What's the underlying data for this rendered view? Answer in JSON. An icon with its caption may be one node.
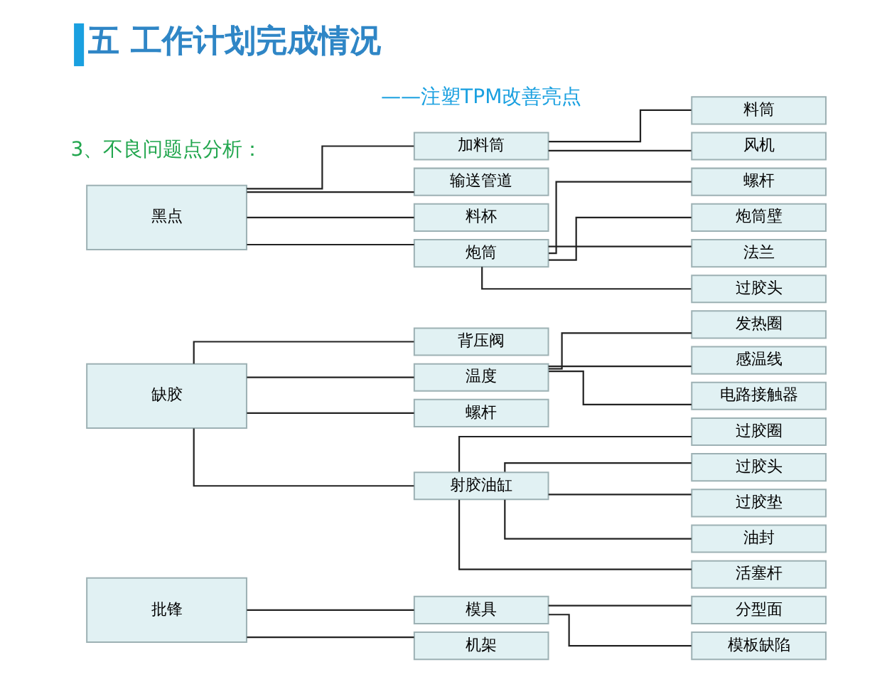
{
  "diagram": {
    "title": "五 工作计划完成情况",
    "nodes": [
      {
        "text": [
          "黑点"
        ]
      },
      {
        "text": [
          "加料筒"
        ]
      },
      {
        "text": [
          "输送管道"
        ]
      },
      {
        "text": [
          "料杯"
        ]
      },
      {
        "text": [
          "炮筒"
        ]
      },
      {
        "text": [
          "料筒"
        ]
      },
      {
        "text": [
          "风机"
        ]
      },
      {
        "text": [
          "螺杆"
        ]
      },
      {
        "text": [
          "炮筒壁"
        ]
      },
      {
        "text": [
          "法兰"
        ]
      },
      {
        "text": [
          "过胶头"
        ]
      },
      {
        "text": [
          "缺胶"
        ]
      },
      {
        "text": [
          "背压阀"
        ]
      },
      {
        "text": [
          "温度"
        ]
      },
      {
        "text": [
          "螺杆"
        ]
      },
      {
        "text": [
          "射胶油缸"
        ]
      },
      {
        "text": [
          "发热圈"
        ]
      },
      {
        "text": [
          "感温线"
        ]
      },
      {
        "text": [
          "电路接触器"
        ]
      },
      {
        "text": [
          "过胶圈"
        ]
      },
      {
        "text": [
          "过胶头"
        ]
      },
      {
        "text": [
          "过胶垫"
        ]
      },
      {
        "text": [
          "油封"
        ]
      },
      {
        "text": [
          "活塞杆"
        ]
      },
      {
        "text": [
          "批锋"
        ]
      },
      {
        "text": [
          "模具"
        ]
      },
      {
        "text": [
          "机架"
        ]
      },
      {
        "text": [
          "分型面"
        ]
      },
      {
        "text": [
          "模板缺陷"
        ]
      }
    ],
    "edges": [
      {
        "from": 0,
        "to": 1,
        "arrow": "none"
      },
      {
        "from": 0,
        "to": 2,
        "arrow": "none"
      },
      {
        "from": 0,
        "to": 3,
        "arrow": "none"
      },
      {
        "from": 0,
        "to": 4,
        "arrow": "none"
      },
      {
        "from": 1,
        "to": 5,
        "arrow": "none"
      },
      {
        "from": 1,
        "to": 6,
        "arrow": "none"
      },
      {
        "from": 4,
        "to": 7,
        "arrow": "none"
      },
      {
        "from": 4,
        "to": 8,
        "arrow": "none"
      },
      {
        "from": 4,
        "to": 9,
        "arrow": "none"
      },
      {
        "from": 4,
        "to": 10,
        "arrow": "none"
      },
      {
        "from": 11,
        "to": 12,
        "arrow": "none"
      },
      {
        "from": 11,
        "to": 13,
        "arrow": "none"
      },
      {
        "from": 11,
        "to": 14,
        "arrow": "none"
      },
      {
        "from": 11,
        "to": 15,
        "arrow": "none"
      },
      {
        "from": 13,
        "to": 16,
        "arrow": "none"
      },
      {
        "from": 13,
        "to": 17,
        "arrow": "none"
      },
      {
        "from": 13,
        "to": 18,
        "arrow": "none"
      },
      {
        "from": 15,
        "to": 19,
        "arrow": "none"
      },
      {
        "from": 15,
        "to": 20,
        "arrow": "none"
      },
      {
        "from": 15,
        "to": 21,
        "arrow": "none"
      },
      {
        "from": 15,
        "to": 22,
        "arrow": "none"
      },
      {
        "from": 15,
        "to": 23,
        "arrow": "none"
      },
      {
        "from": 24,
        "to": 25,
        "arrow": "none"
      },
      {
        "from": 24,
        "to": 26,
        "arrow": "none"
      },
      {
        "from": 25,
        "to": 27,
        "arrow": "none"
      },
      {
        "from": 25,
        "to": 28,
        "arrow": "none"
      }
    ],
    "labels": [
      "——注塑TPM改善亮点",
      "3、不良问题点分析："
    ]
  }
}
